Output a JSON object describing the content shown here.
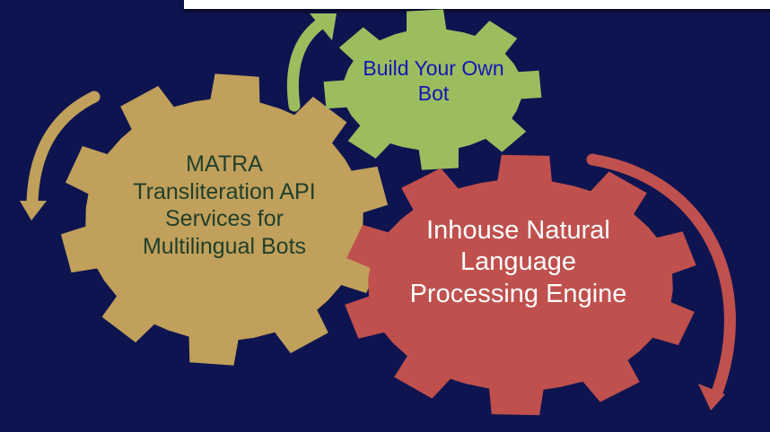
{
  "gears": {
    "left": {
      "label": "MATRA Transliteration API Services for Multilingual Bots",
      "color": "#c0a05a"
    },
    "small": {
      "label": "Build Your Own Bot",
      "color": "#9bbd5e"
    },
    "right": {
      "label": "Inhouse Natural Language Processing Engine",
      "color": "#c0504d"
    }
  },
  "colors": {
    "background": "#0e1450",
    "arrow_left": "#c0a05a",
    "arrow_small": "#9bbd5e",
    "arrow_right": "#c0504d"
  }
}
